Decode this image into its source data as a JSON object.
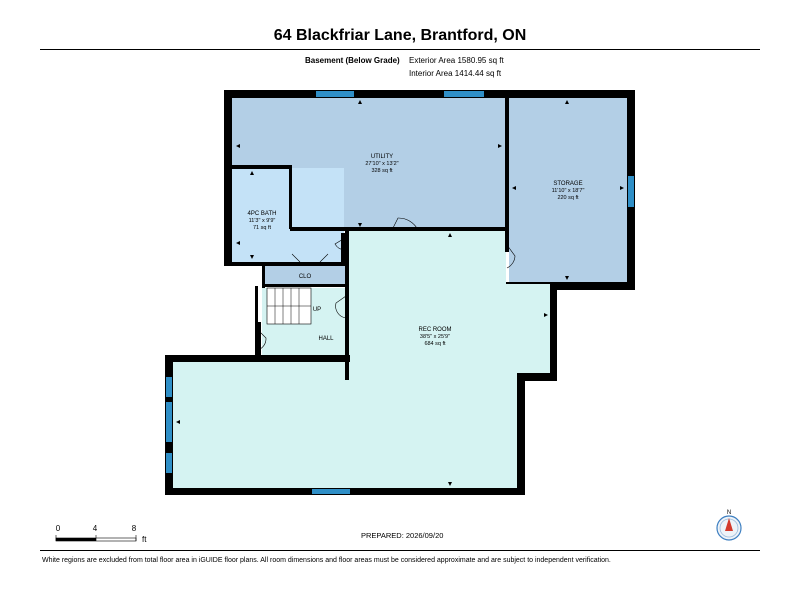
{
  "header": {
    "title": "64 Blackfriar Lane, Brantford, ON",
    "level": "Basement (Below Grade)",
    "exterior_area": "Exterior Area 1580.95 sq ft",
    "interior_area": "Interior Area 1414.44 sq ft"
  },
  "rooms": {
    "utility": {
      "name": "UTILITY",
      "dims": "27'10\" x 13'2\"",
      "area": "328 sq ft"
    },
    "storage": {
      "name": "STORAGE",
      "dims": "11'10\" x 18'7\"",
      "area": "220 sq ft"
    },
    "bath": {
      "name": "4PC BATH",
      "dims": "11'3\" x 9'9\"",
      "area": "71 sq ft"
    },
    "closet": {
      "name": "CLO"
    },
    "stairs": {
      "label": "UP"
    },
    "hall": {
      "name": "HALL"
    },
    "rec_room": {
      "name": "REC ROOM",
      "dims": "38'5\" x 25'9\"",
      "area": "684 sq ft"
    }
  },
  "scale_bar": {
    "ticks": [
      "0",
      "4",
      "8"
    ],
    "unit": "ft"
  },
  "compass": {
    "label": "N"
  },
  "footer": {
    "prepared": "PREPARED: 2026/09/20",
    "disclaimer": "White regions are excluded from total floor area in iGUIDE floor plans. All room dimensions and floor areas must be considered approximate and are subject to independent verification."
  },
  "colors": {
    "wall": "#000000",
    "utility_fill": "#b3cfe6",
    "storage_fill": "#b3cfe6",
    "bath_fill": "#c4e2f7",
    "rec_fill": "#d5f3f2",
    "closet_fill": "#b3cfe6",
    "window": "#2f8fc7",
    "compass_arrow": "#d33a2c"
  }
}
